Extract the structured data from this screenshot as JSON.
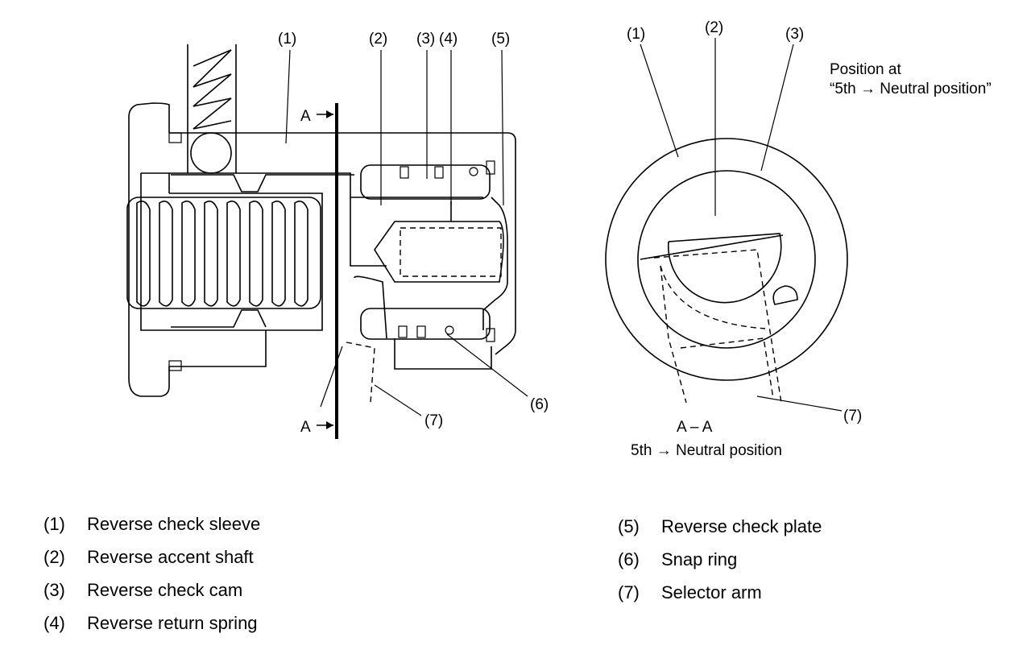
{
  "section": {
    "marker": "A",
    "section_title": "A – A",
    "section_subtitle": "5th → Neutral position"
  },
  "position_note": {
    "line1": "Position at",
    "line2": "“5th → Neutral position”"
  },
  "left_callouts": [
    "(1)",
    "(2)",
    "(3)",
    "(4)",
    "(5)",
    "(6)",
    "(7)"
  ],
  "right_callouts": [
    "(1)",
    "(2)",
    "(3)",
    "(7)"
  ],
  "legend": [
    {
      "num": "(1)",
      "label": "Reverse check sleeve"
    },
    {
      "num": "(2)",
      "label": "Reverse accent shaft"
    },
    {
      "num": "(3)",
      "label": "Reverse check cam"
    },
    {
      "num": "(4)",
      "label": "Reverse return spring"
    },
    {
      "num": "(5)",
      "label": "Reverse check plate"
    },
    {
      "num": "(6)",
      "label": "Snap ring"
    },
    {
      "num": "(7)",
      "label": "Selector arm"
    }
  ]
}
